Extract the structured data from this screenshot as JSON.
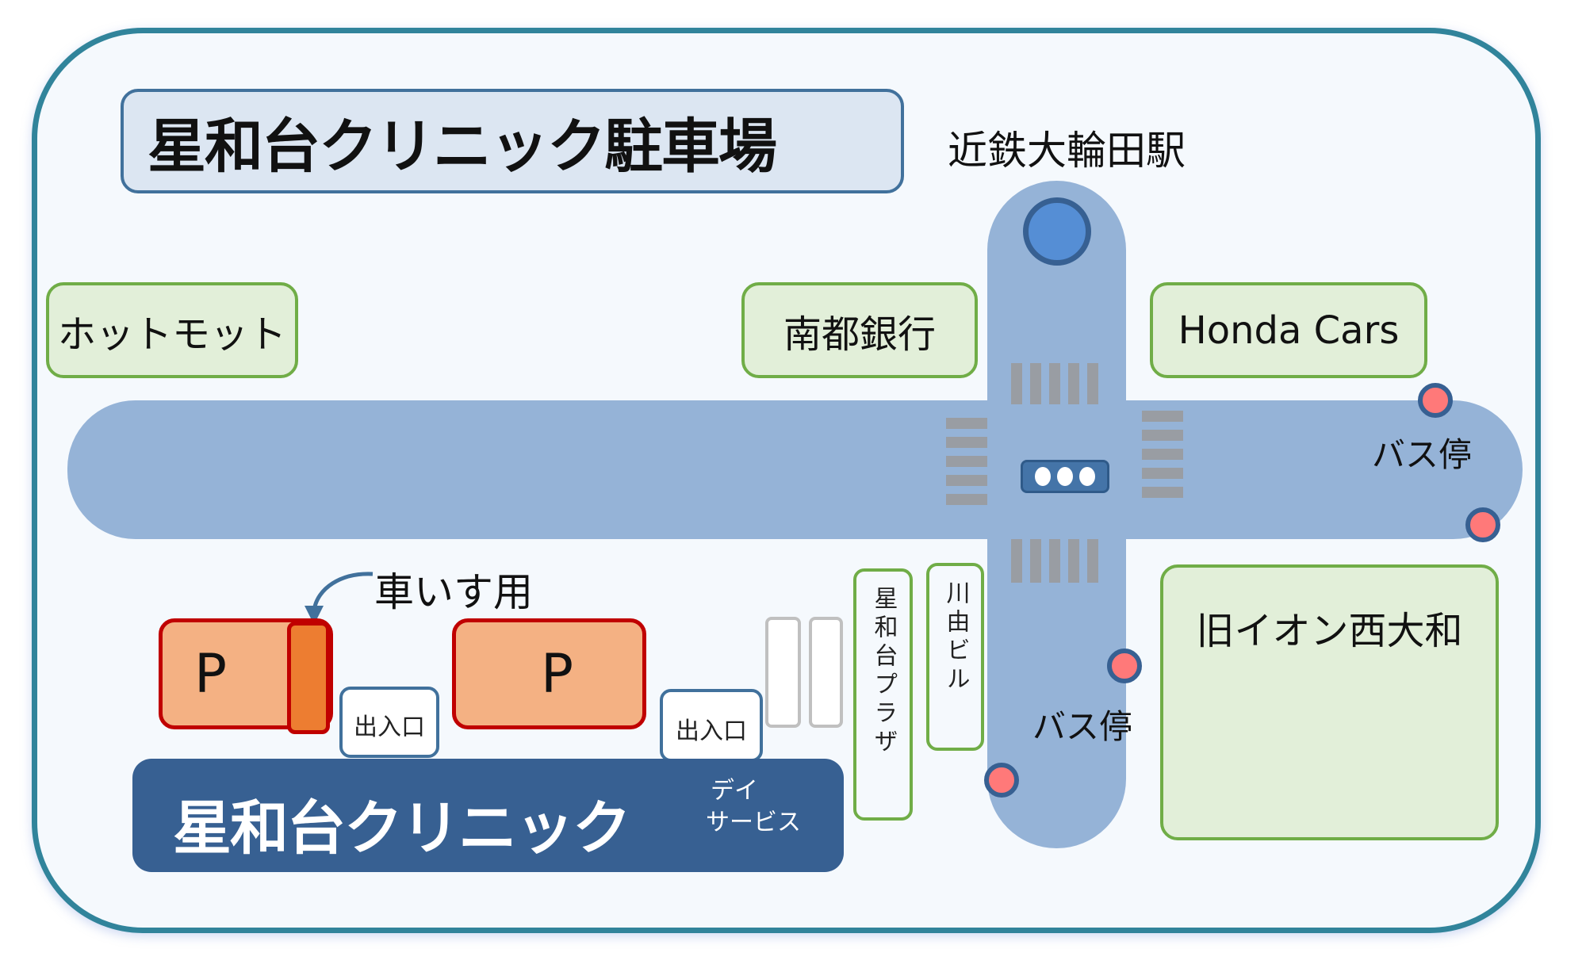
{
  "map": {
    "title": "星和台クリニック駐車場",
    "station": {
      "name": "近鉄大輪田駅",
      "icon": "station-icon"
    },
    "landmarks": {
      "hotto_motto": "ホットモット",
      "nanto_bank": "南都銀行",
      "honda_cars": "Honda Cars",
      "former_aeon": "旧イオン西大和",
      "seiwadai_plaza": "星和台プラザ",
      "kawayoshi_building": "川由ビル"
    },
    "bus_stops": [
      {
        "label": "バス停",
        "icon": "bus-stop-icon"
      },
      {
        "label": "バス停",
        "icon": "bus-stop-icon"
      }
    ],
    "traffic_signal": {
      "icon": "traffic-light-icon"
    },
    "parking": {
      "lots": [
        {
          "label": "P"
        },
        {
          "label": "P"
        }
      ],
      "wheelchair_label": "車いす用",
      "entrance_label": "出入口"
    },
    "clinic": {
      "name": "星和台クリニック",
      "day_service_line1": "デイ",
      "day_service_line2": "サービス"
    },
    "colors": {
      "frame": "#31849b",
      "road": "#95b3d7",
      "shop_fill": "#e2efd9",
      "shop_border": "#70ad47",
      "parking_fill": "#f4b183",
      "parking_border": "#c00000",
      "wheelchair_slot": "#ed7d31",
      "clinic": "#376092",
      "bus_stop": "#ff7979",
      "station": "#558ed5"
    }
  }
}
